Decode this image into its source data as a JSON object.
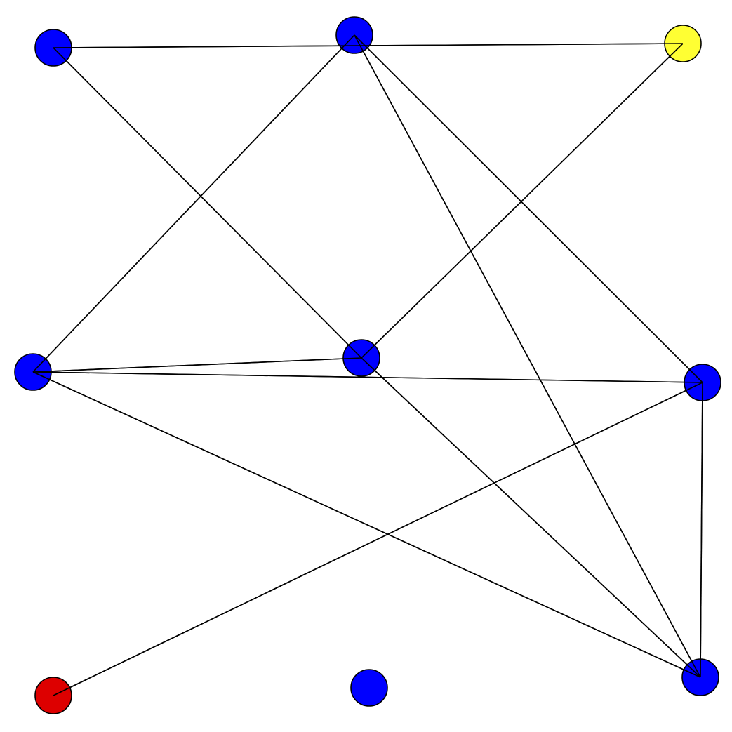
{
  "graph": {
    "directed": false,
    "colors": {
      "blue": "#0000ff",
      "yellow": "#ffff33",
      "red": "#dd0000",
      "edge": "#000000",
      "outline": "#000000",
      "background": "#ffffff"
    },
    "nodes": [
      {
        "id": "n1",
        "color": "blue"
      },
      {
        "id": "n2",
        "color": "blue"
      },
      {
        "id": "n3",
        "color": "yellow"
      },
      {
        "id": "n4",
        "color": "blue"
      },
      {
        "id": "n5",
        "color": "blue"
      },
      {
        "id": "n6",
        "color": "blue"
      },
      {
        "id": "n7",
        "color": "red"
      },
      {
        "id": "n8",
        "color": "blue"
      },
      {
        "id": "n9",
        "color": "blue"
      }
    ],
    "edges": [
      {
        "source": "n1",
        "target": "n3"
      },
      {
        "source": "n1",
        "target": "n5"
      },
      {
        "source": "n2",
        "target": "n4"
      },
      {
        "source": "n2",
        "target": "n6"
      },
      {
        "source": "n2",
        "target": "n9"
      },
      {
        "source": "n3",
        "target": "n5"
      },
      {
        "source": "n4",
        "target": "n5"
      },
      {
        "source": "n4",
        "target": "n6"
      },
      {
        "source": "n4",
        "target": "n9"
      },
      {
        "source": "n5",
        "target": "n9"
      },
      {
        "source": "n6",
        "target": "n7"
      },
      {
        "source": "n6",
        "target": "n9"
      }
    ]
  }
}
